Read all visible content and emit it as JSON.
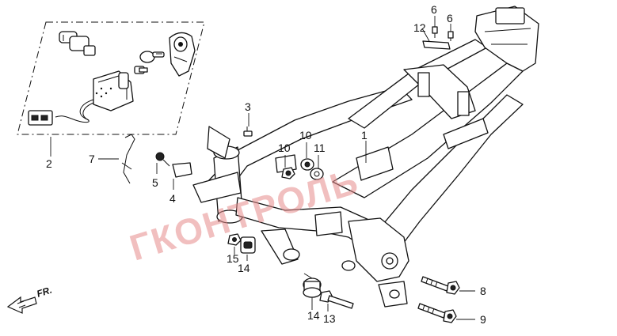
{
  "watermark": "ГКОНТРОЛЬ",
  "direction_label": "FR.",
  "callouts": [
    {
      "id": "c1",
      "label": "1"
    },
    {
      "id": "c2",
      "label": "2"
    },
    {
      "id": "c3",
      "label": "3"
    },
    {
      "id": "c4",
      "label": "4"
    },
    {
      "id": "c5",
      "label": "5"
    },
    {
      "id": "c6a",
      "label": "6"
    },
    {
      "id": "c6b",
      "label": "6"
    },
    {
      "id": "c7",
      "label": "7"
    },
    {
      "id": "c8",
      "label": "8"
    },
    {
      "id": "c9",
      "label": "9"
    },
    {
      "id": "c10a",
      "label": "10"
    },
    {
      "id": "c10b",
      "label": "10"
    },
    {
      "id": "c11",
      "label": "11"
    },
    {
      "id": "c12",
      "label": "12"
    },
    {
      "id": "c13",
      "label": "13"
    },
    {
      "id": "c14a",
      "label": "14"
    },
    {
      "id": "c14b",
      "label": "14"
    },
    {
      "id": "c15",
      "label": "15"
    }
  ]
}
